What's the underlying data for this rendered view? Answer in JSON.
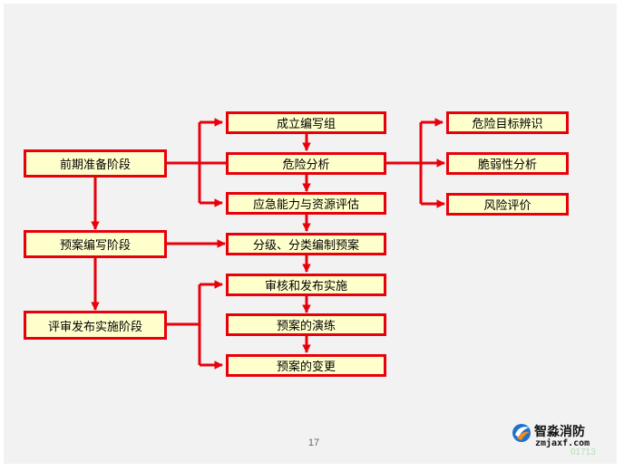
{
  "stages": {
    "prep": "前期准备阶段",
    "compile": "预案编写阶段",
    "review": "评审发布实施阶段"
  },
  "steps": {
    "team": "成立编写组",
    "risk": "危险分析",
    "capacity": "应急能力与资源评估",
    "classify": "分级、分类编制预案",
    "approve": "审核和发布实施",
    "drill": "预案的演练",
    "change": "预案的变更"
  },
  "risk_parts": {
    "target": "危险目标辨识",
    "vulnerability": "脆弱性分析",
    "evaluation": "风险评价"
  },
  "footer": {
    "page_number": "17",
    "brand_name": "智淼消防",
    "brand_url": "zmjaxf.com",
    "brand_extra": "01713"
  },
  "colors": {
    "box_fill": "#ffffcc",
    "box_border": "#e8000b",
    "line": "#e8000b",
    "slide_bg": "#f2f2f2"
  }
}
